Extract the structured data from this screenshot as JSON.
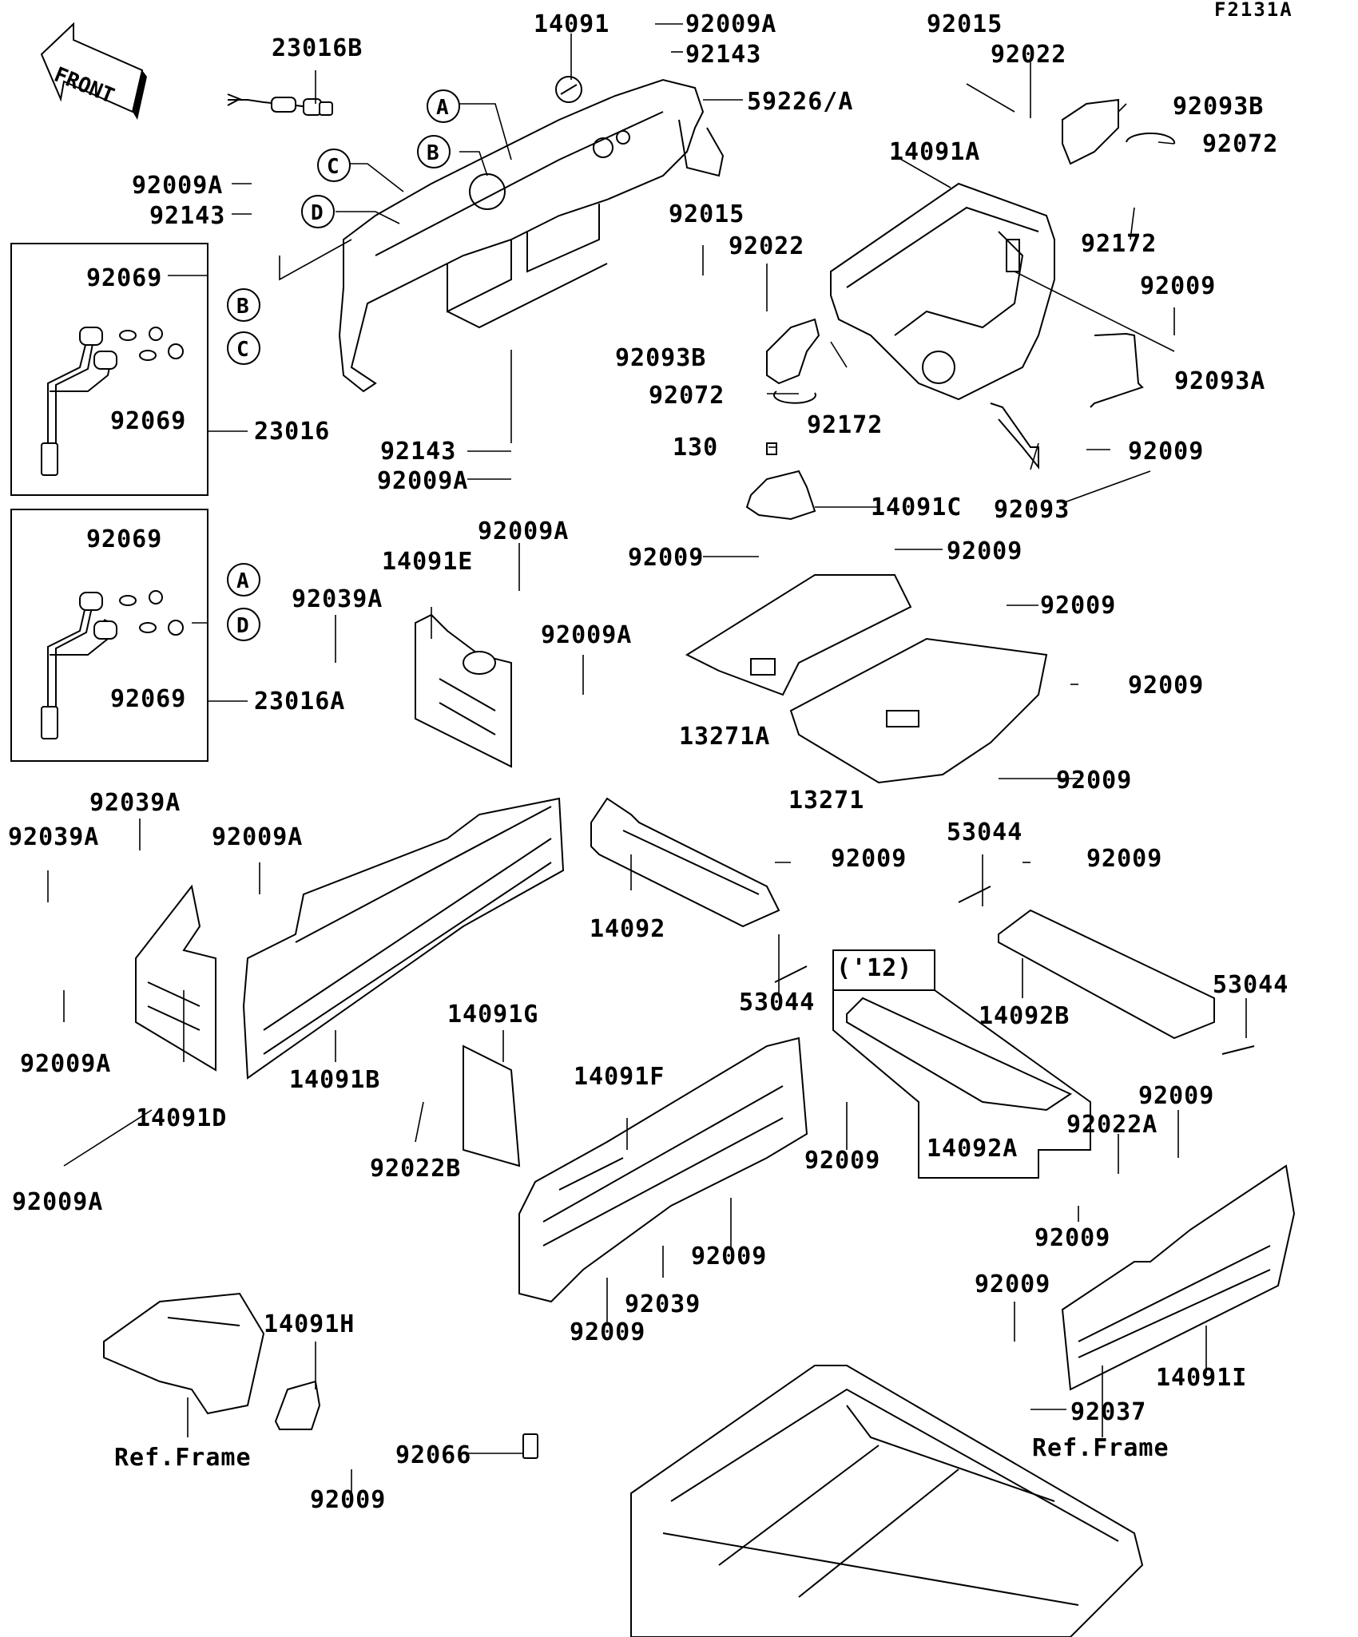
{
  "drawing_code": "F2131A",
  "front_arrow": {
    "text": "FRONT",
    "icon": "front-arrow-icon"
  },
  "callouts": [
    "A",
    "B",
    "C",
    "D"
  ],
  "year_note": "('12)",
  "ref_frame_left": "Ref.Frame",
  "ref_frame_right": "Ref.Frame",
  "part_labels": [
    "14091",
    "92009A",
    "92143",
    "23016B",
    "59226/A",
    "92015",
    "92022",
    "92093B",
    "92072",
    "14091A",
    "92172",
    "92009A",
    "92143",
    "92015",
    "92022",
    "92009",
    "92093B",
    "92072",
    "92172",
    "92093A",
    "92069",
    "92069",
    "23016",
    "92143",
    "92009A",
    "92009",
    "130",
    "92093",
    "14091C",
    "92069",
    "92009A",
    "14091E",
    "92039A",
    "92009A",
    "92069",
    "23016A",
    "92009",
    "92009",
    "92009",
    "13271A",
    "92009",
    "13271",
    "92009",
    "92039A",
    "92039A",
    "92009A",
    "53044",
    "92009",
    "92009",
    "14092",
    "53044",
    "53044",
    "92009A",
    "14091B",
    "14092B",
    "14091G",
    "14091D",
    "14091F",
    "92009",
    "92022A",
    "14092A",
    "92009",
    "92022B",
    "92009A",
    "92009",
    "92009",
    "92009",
    "92039",
    "92009",
    "14091H",
    "14091I",
    "92037",
    "92066",
    "92009"
  ]
}
